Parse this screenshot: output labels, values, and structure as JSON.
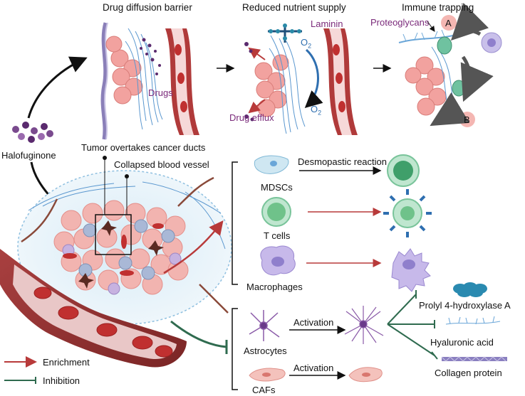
{
  "panels": {
    "barrier_title": "Drug diffusion barrier",
    "nutrient_title": "Reduced nutrient supply",
    "immune_title": "Immune trapping"
  },
  "labels": {
    "drugs": "Drugs",
    "laminin": "Laminin",
    "o2_top": "O",
    "o2_bottom": "O",
    "o2_sub": "2",
    "drug_efflux": "Drug efflux",
    "proteoglycans": "Proteoglycans",
    "marker_a": "A",
    "marker_b": "B",
    "halofuginone": "Halofuginone",
    "tumor_ducts": "Tumor overtakes cancer ducts",
    "collapsed_vessel": "Collapsed blood vessel"
  },
  "immune_cells": {
    "mdscs": "MDSCs",
    "desmoplastic": "Desmopastic reaction",
    "t_cells": "T cells",
    "macrophages": "Macrophages"
  },
  "stroma": {
    "astrocytes": "Astrocytes",
    "activation_1": "Activation",
    "cafs": "CAFs",
    "activation_2": "Activation",
    "prolyl": "Prolyl 4-hydroxylase A",
    "hyaluronic": "Hyaluronic acid",
    "collagen": "Collagen protein"
  },
  "legend": {
    "enrichment": "Enrichment",
    "inhibition": "Inhibition"
  },
  "colors": {
    "enrichment": "#b83a3a",
    "inhibition": "#2f6b4f",
    "tumor": "#f0a8a4",
    "vessel": "#8f2f2f",
    "ecm": "#6aa6d8",
    "drug": "#5a2a6e"
  }
}
